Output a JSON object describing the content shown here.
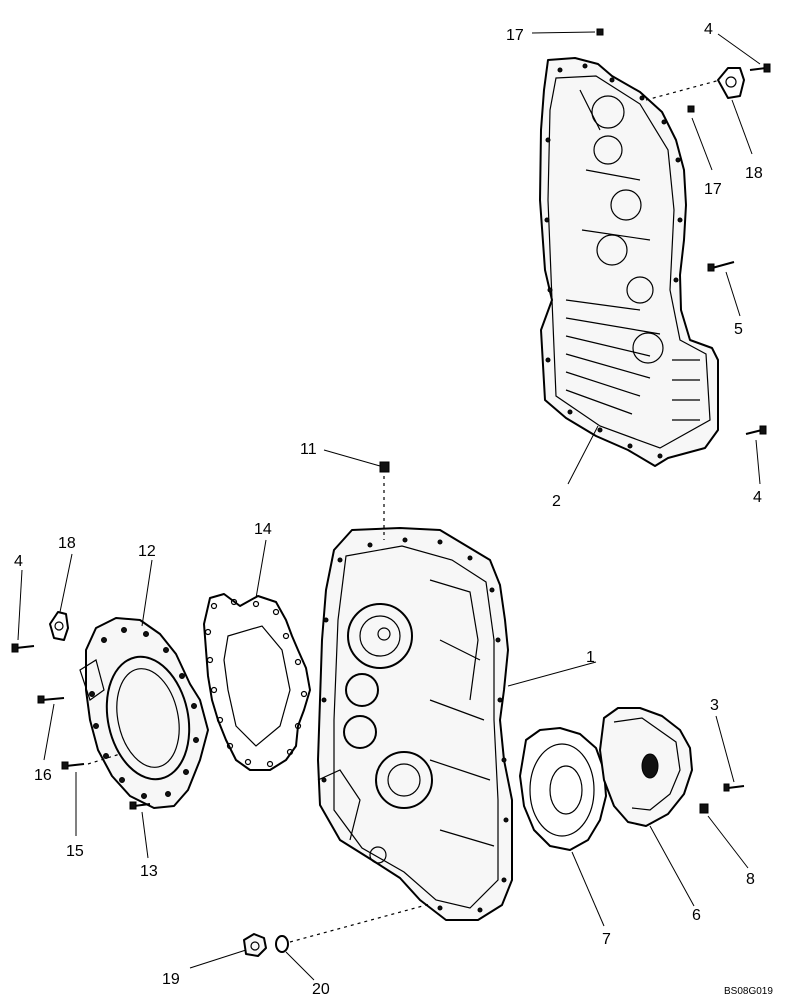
{
  "diagram": {
    "drawing_code": "BS08G019",
    "callouts": {
      "c1": "1",
      "c2": "2",
      "c3": "3",
      "c4a": "4",
      "c4b": "4",
      "c4c": "4",
      "c5": "5",
      "c6": "6",
      "c7": "7",
      "c8": "8",
      "c11": "11",
      "c12": "12",
      "c13": "13",
      "c14": "14",
      "c15": "15",
      "c16": "16",
      "c17a": "17",
      "c17b": "17",
      "c18a": "18",
      "c18b": "18",
      "c19": "19",
      "c20": "20"
    }
  }
}
